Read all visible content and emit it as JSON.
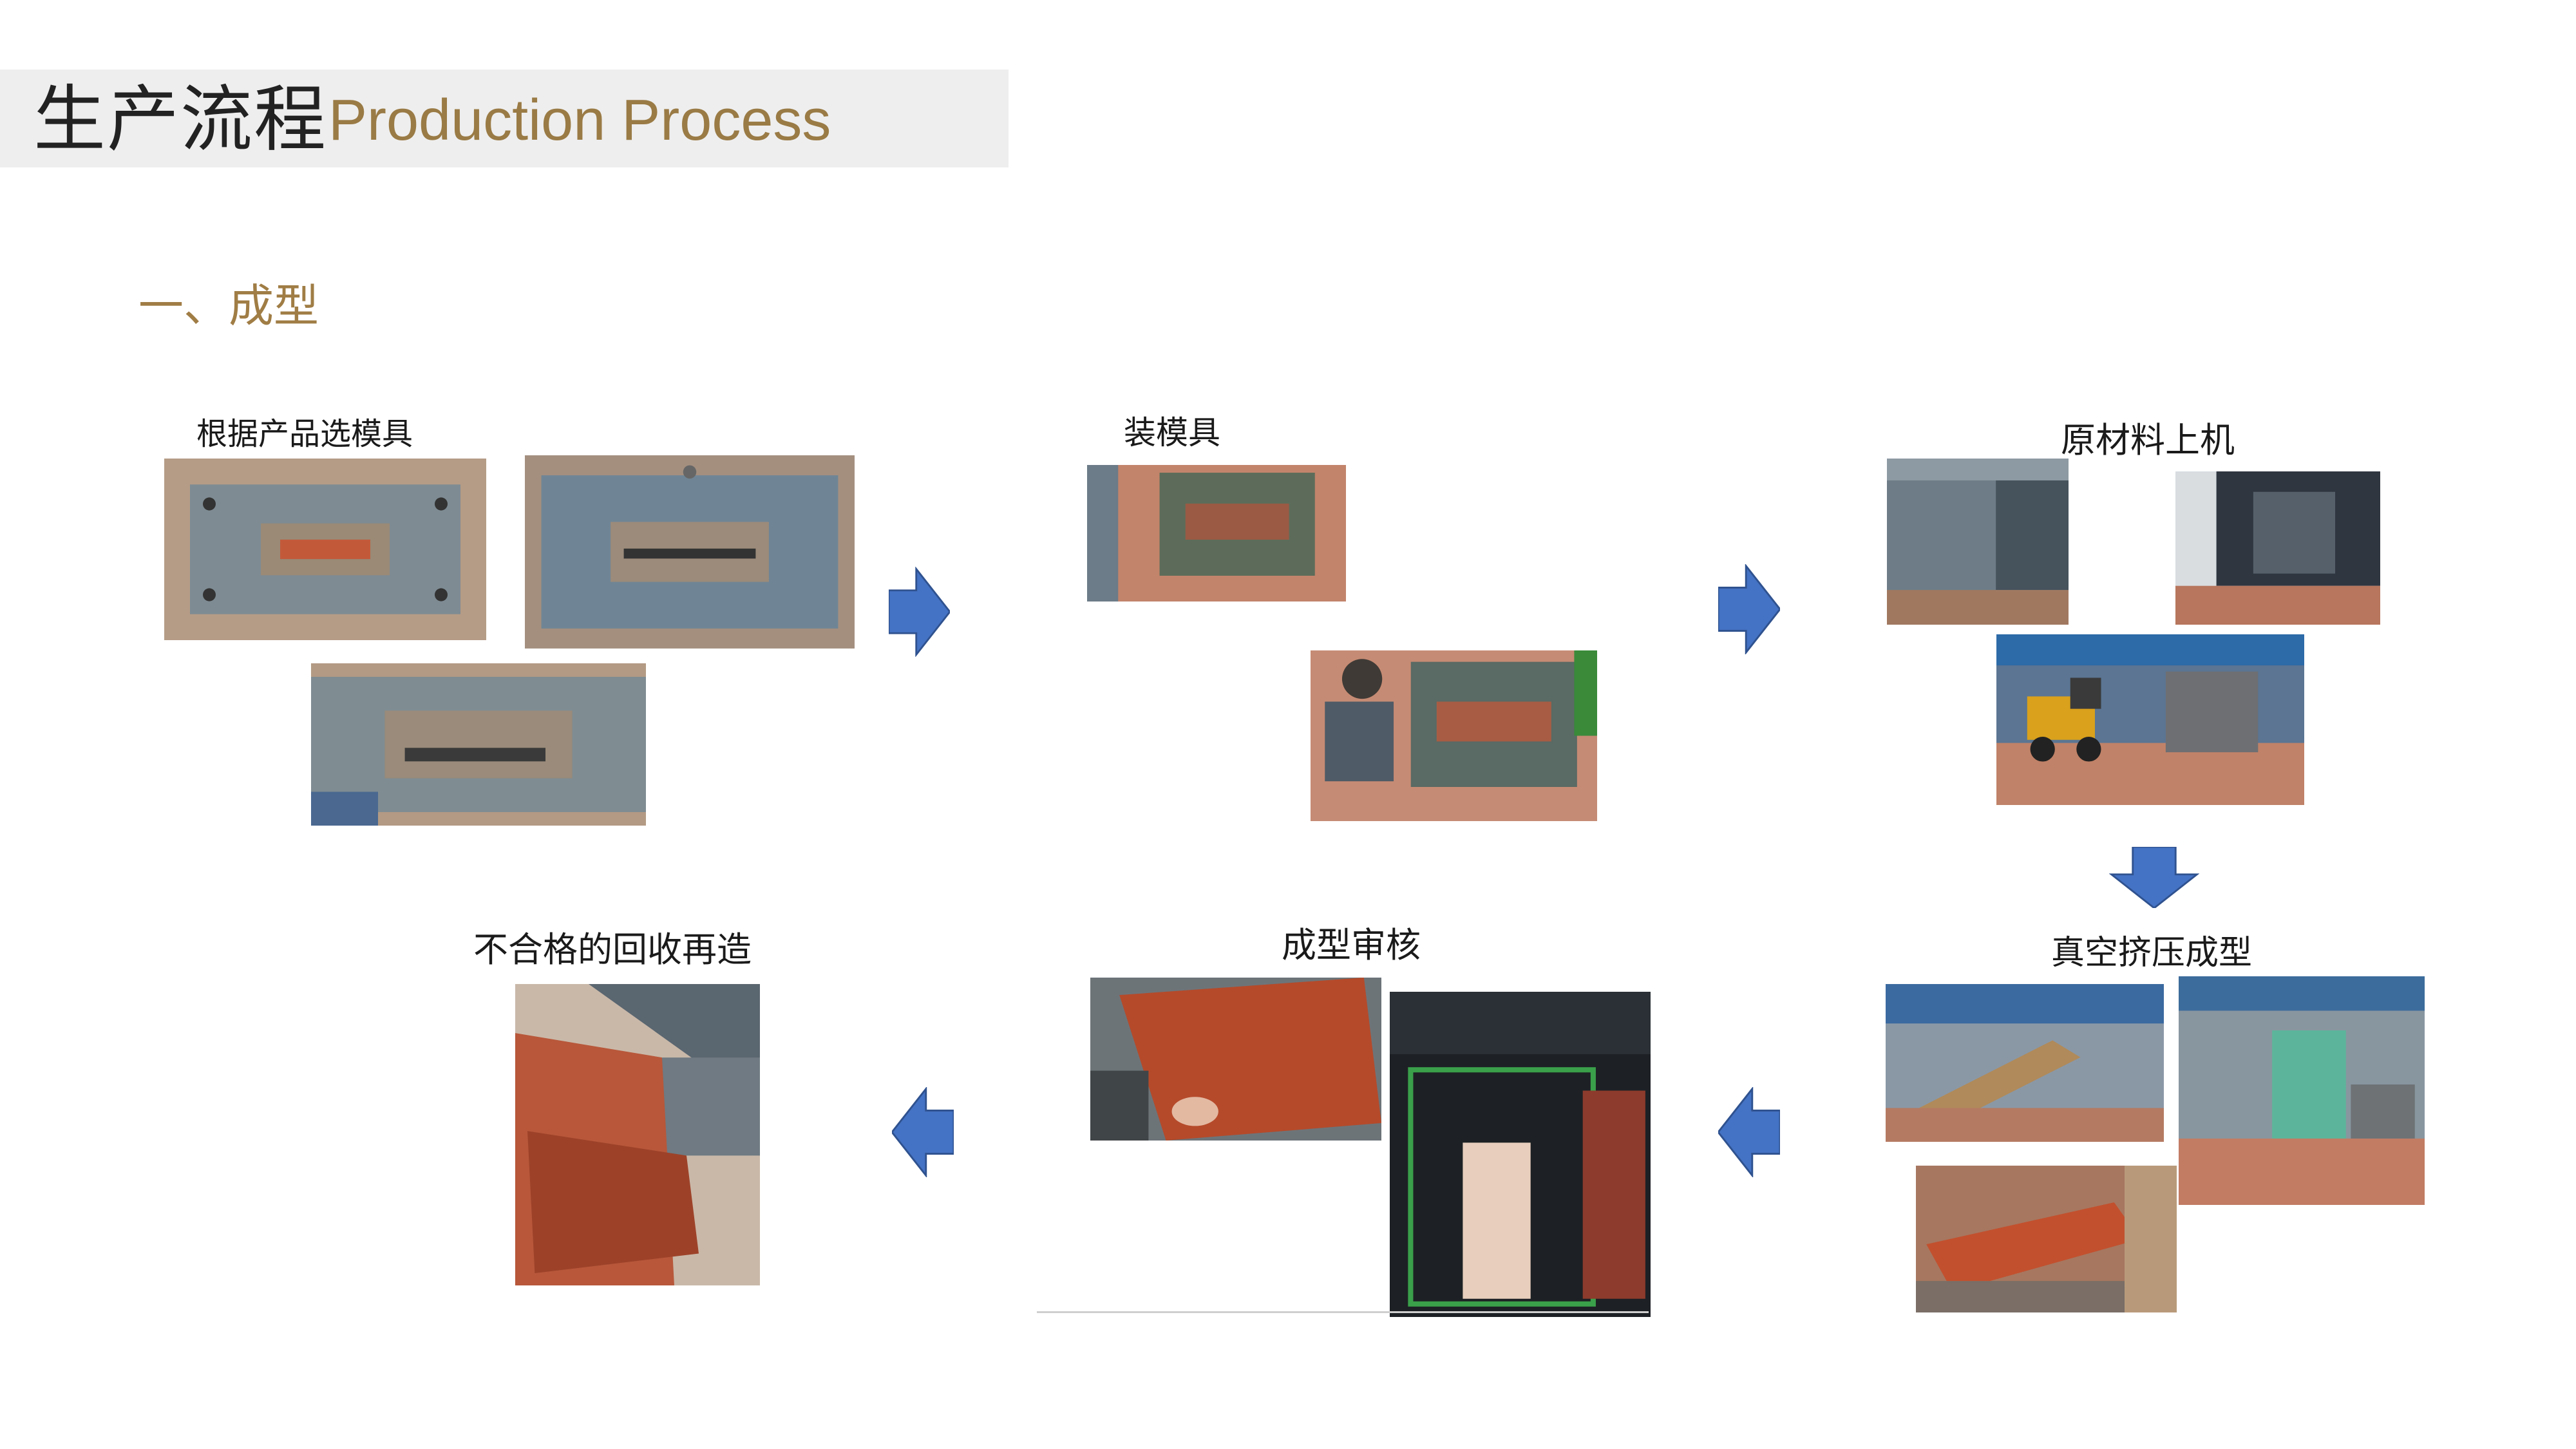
{
  "header": {
    "title_cn": "生产流程",
    "title_en": "Production Process"
  },
  "section": {
    "title": "一、成型"
  },
  "steps": [
    {
      "label": "根据产品选模具"
    },
    {
      "label": "装模具"
    },
    {
      "label": "原材料上机"
    },
    {
      "label": "真空挤压成型"
    },
    {
      "label": "成型审核"
    },
    {
      "label": "不合格的回收再造"
    }
  ],
  "arrows": [
    {
      "direction": "right"
    },
    {
      "direction": "right"
    },
    {
      "direction": "down"
    },
    {
      "direction": "left"
    },
    {
      "direction": "left"
    }
  ],
  "colors": {
    "accent": "#9a7b45",
    "arrow": "#4472c4",
    "header_bg": "#eeeeee"
  }
}
